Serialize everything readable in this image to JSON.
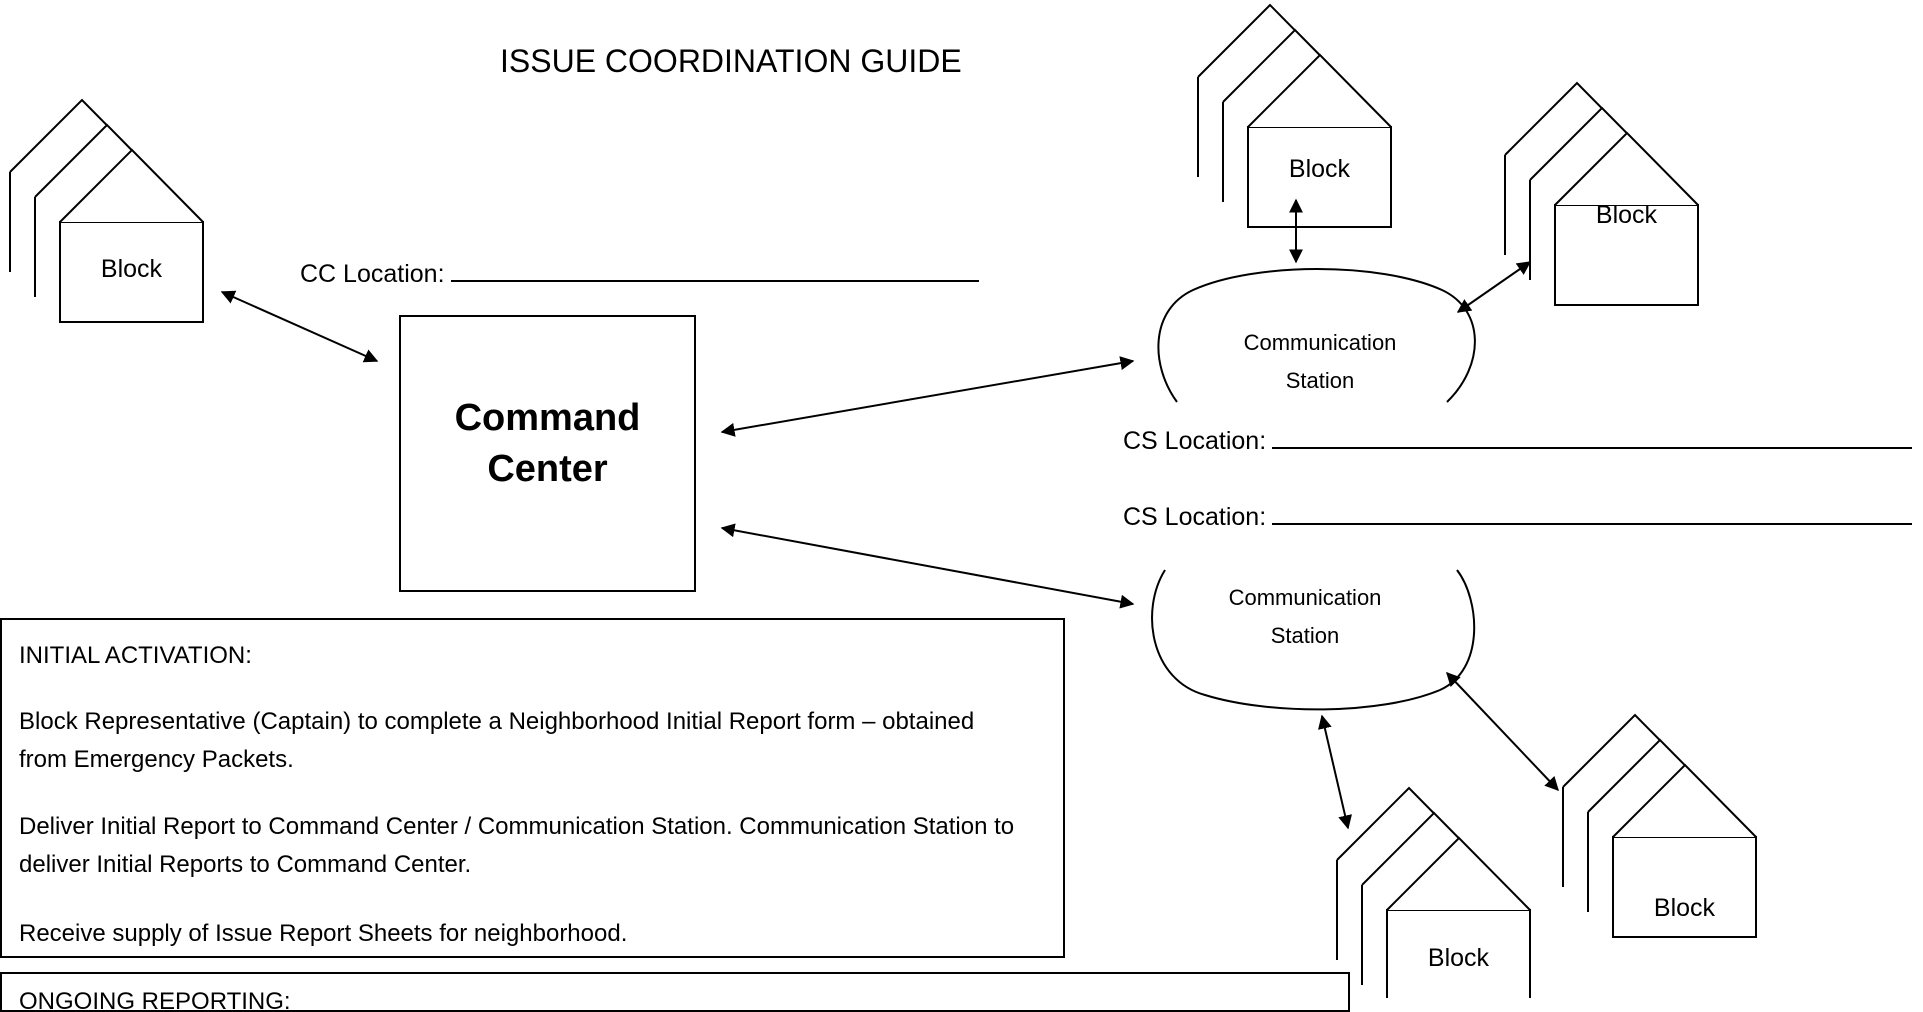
{
  "title": "ISSUE COORDINATION GUIDE",
  "command_center": {
    "line1": "Command",
    "line2": "Center",
    "location_label": "CC Location:"
  },
  "communication_stations": [
    {
      "line1": "Communication",
      "line2": "Station",
      "location_label": "CS Location:"
    },
    {
      "line1": "Communication",
      "line2": "Station",
      "location_label": "CS Location:"
    }
  ],
  "blocks": [
    "Block",
    "Block",
    "Block",
    "Block",
    "Block"
  ],
  "initial_activation": {
    "heading": "INITIAL ACTIVATION:",
    "paragraphs": [
      "Block Representative (Captain) to complete a Neighborhood Initial Report form – obtained from Emergency Packets.",
      "Deliver Initial Report to Command Center / Communication Station. Communication Station to deliver Initial Reports to Command Center.",
      "Receive supply of Issue Report Sheets for neighborhood."
    ]
  },
  "ongoing_reporting": {
    "heading": "ONGOING REPORTING:"
  }
}
